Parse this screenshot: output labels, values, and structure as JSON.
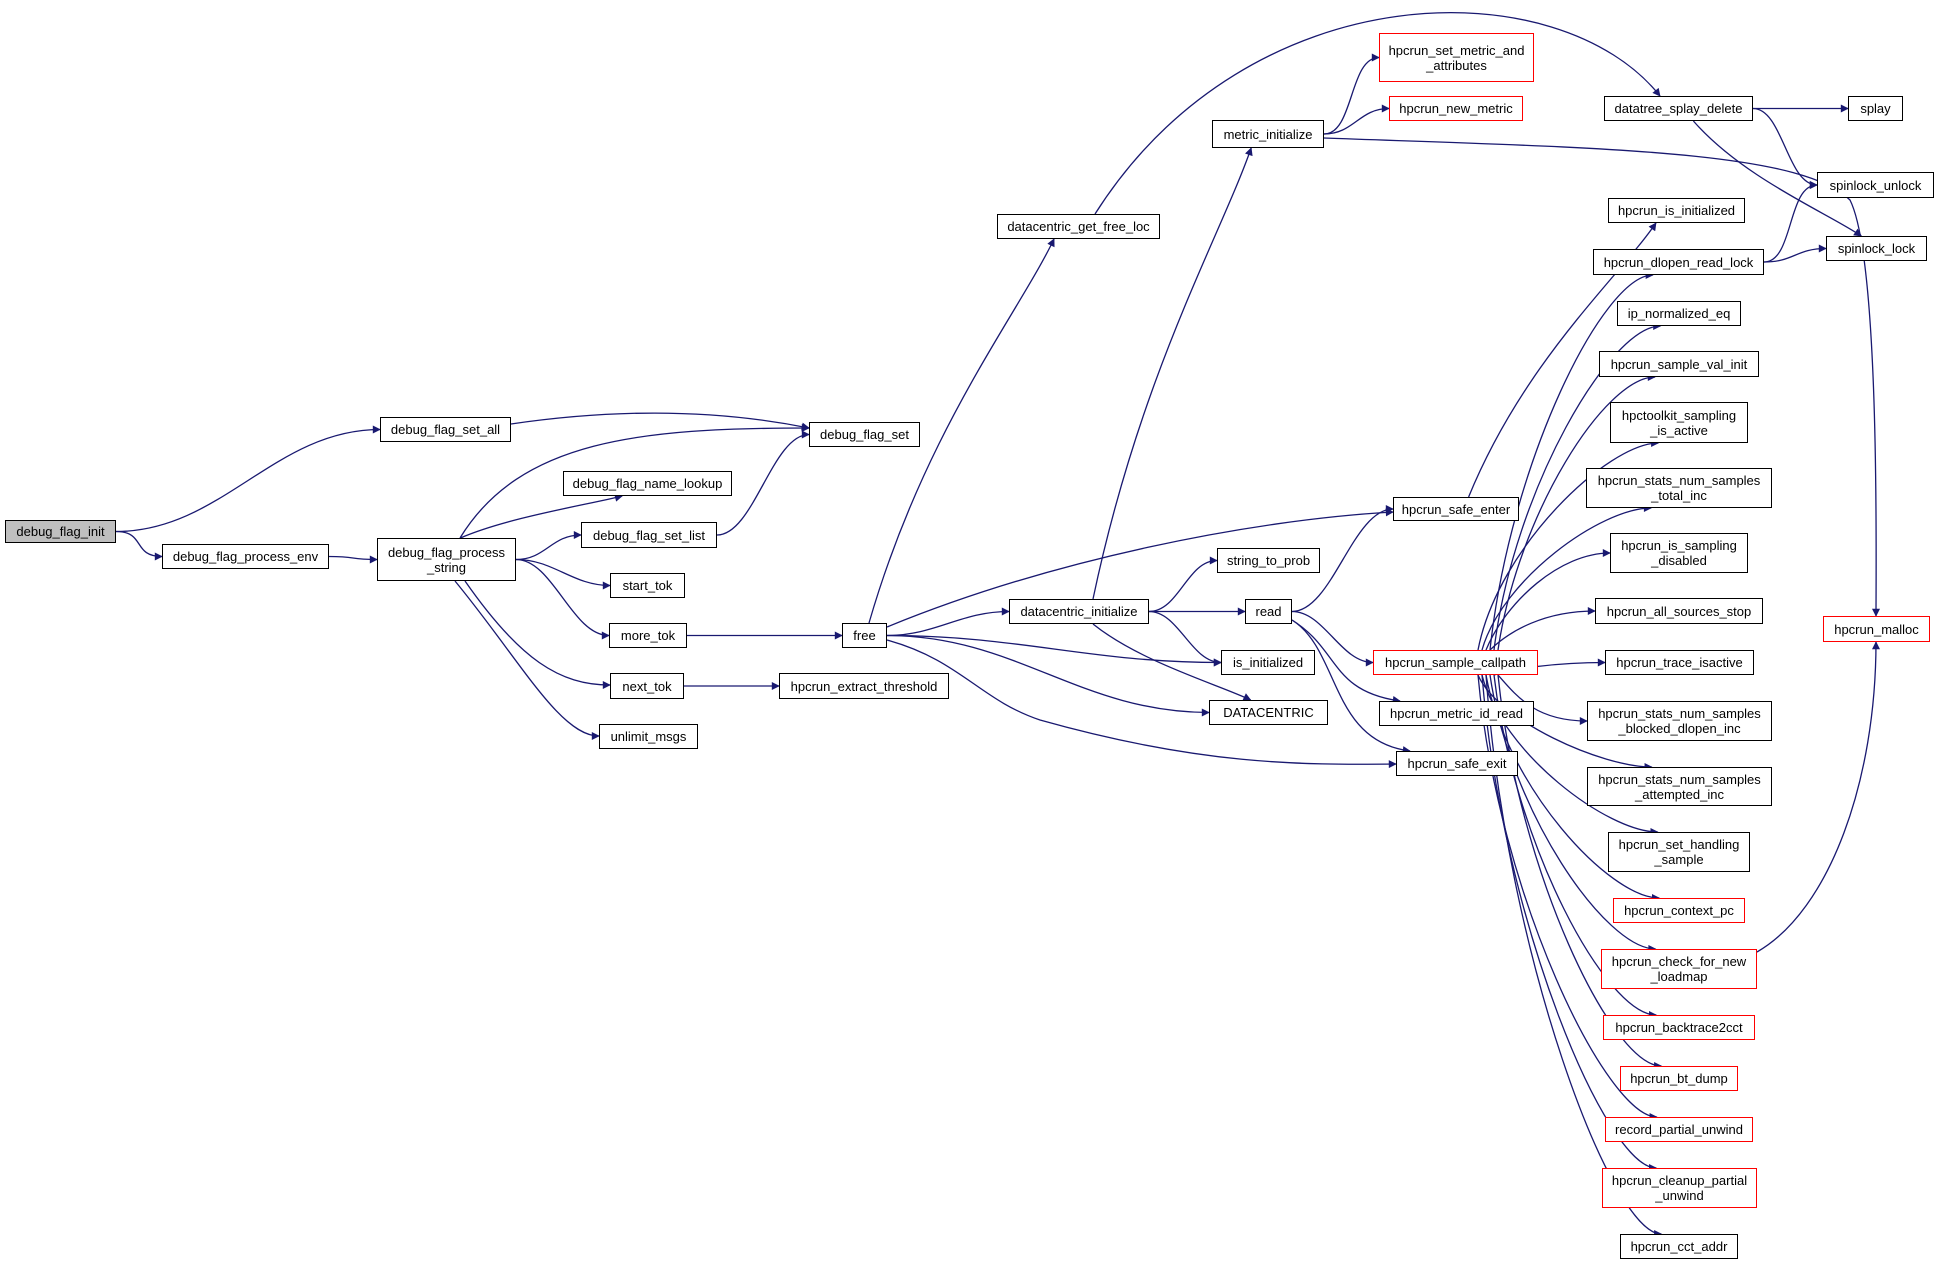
{
  "diagram": {
    "type": "call-graph",
    "edge_color": "#191970",
    "node_border_color": "#000000",
    "truncated_node_border_color": "#ff0000",
    "root_fill_color": "#bfbfbf",
    "nodes": [
      {
        "id": "debug_flag_init",
        "lines": [
          "debug_flag_init"
        ],
        "kind": "root"
      },
      {
        "id": "debug_flag_process_env",
        "lines": [
          "debug_flag_process_env"
        ],
        "kind": "normal"
      },
      {
        "id": "debug_flag_set_all",
        "lines": [
          "debug_flag_set_all"
        ],
        "kind": "normal"
      },
      {
        "id": "debug_flag_process_string",
        "lines": [
          "debug_flag_process",
          "_string"
        ],
        "kind": "normal"
      },
      {
        "id": "debug_flag_set",
        "lines": [
          "debug_flag_set"
        ],
        "kind": "normal"
      },
      {
        "id": "debug_flag_name_lookup",
        "lines": [
          "debug_flag_name_lookup"
        ],
        "kind": "normal"
      },
      {
        "id": "debug_flag_set_list",
        "lines": [
          "debug_flag_set_list"
        ],
        "kind": "normal"
      },
      {
        "id": "start_tok",
        "lines": [
          "start_tok"
        ],
        "kind": "normal"
      },
      {
        "id": "more_tok",
        "lines": [
          "more_tok"
        ],
        "kind": "normal"
      },
      {
        "id": "next_tok",
        "lines": [
          "next_tok"
        ],
        "kind": "normal"
      },
      {
        "id": "unlimit_msgs",
        "lines": [
          "unlimit_msgs"
        ],
        "kind": "normal"
      },
      {
        "id": "free",
        "lines": [
          "free"
        ],
        "kind": "normal"
      },
      {
        "id": "hpcrun_extract_threshold",
        "lines": [
          "hpcrun_extract_threshold"
        ],
        "kind": "normal"
      },
      {
        "id": "datacentric_get_free_loc",
        "lines": [
          "datacentric_get_free_loc"
        ],
        "kind": "normal"
      },
      {
        "id": "datacentric_initialize",
        "lines": [
          "datacentric_initialize"
        ],
        "kind": "normal"
      },
      {
        "id": "metric_initialize",
        "lines": [
          "metric_initialize"
        ],
        "kind": "normal"
      },
      {
        "id": "string_to_prob",
        "lines": [
          "string_to_prob"
        ],
        "kind": "normal"
      },
      {
        "id": "read",
        "lines": [
          "read"
        ],
        "kind": "normal"
      },
      {
        "id": "is_initialized",
        "lines": [
          "is_initialized"
        ],
        "kind": "normal"
      },
      {
        "id": "DATACENTRIC",
        "lines": [
          "DATACENTRIC"
        ],
        "kind": "normal"
      },
      {
        "id": "hpcrun_set_metric_and_attributes",
        "lines": [
          "hpcrun_set_metric_and",
          "_attributes"
        ],
        "kind": "truncated"
      },
      {
        "id": "hpcrun_new_metric",
        "lines": [
          "hpcrun_new_metric"
        ],
        "kind": "truncated"
      },
      {
        "id": "datatree_splay_delete",
        "lines": [
          "datatree_splay_delete"
        ],
        "kind": "normal"
      },
      {
        "id": "splay",
        "lines": [
          "splay"
        ],
        "kind": "normal"
      },
      {
        "id": "spinlock_unlock",
        "lines": [
          "spinlock_unlock"
        ],
        "kind": "normal"
      },
      {
        "id": "spinlock_lock",
        "lines": [
          "spinlock_lock"
        ],
        "kind": "normal"
      },
      {
        "id": "hpcrun_safe_enter",
        "lines": [
          "hpcrun_safe_enter"
        ],
        "kind": "normal"
      },
      {
        "id": "hpcrun_sample_callpath",
        "lines": [
          "hpcrun_sample_callpath"
        ],
        "kind": "truncated"
      },
      {
        "id": "hpcrun_metric_id_read",
        "lines": [
          "hpcrun_metric_id_read"
        ],
        "kind": "normal"
      },
      {
        "id": "hpcrun_safe_exit",
        "lines": [
          "hpcrun_safe_exit"
        ],
        "kind": "normal"
      },
      {
        "id": "hpcrun_is_initialized",
        "lines": [
          "hpcrun_is_initialized"
        ],
        "kind": "normal"
      },
      {
        "id": "hpcrun_dlopen_read_lock",
        "lines": [
          "hpcrun_dlopen_read_lock"
        ],
        "kind": "normal"
      },
      {
        "id": "ip_normalized_eq",
        "lines": [
          "ip_normalized_eq"
        ],
        "kind": "normal"
      },
      {
        "id": "hpcrun_sample_val_init",
        "lines": [
          "hpcrun_sample_val_init"
        ],
        "kind": "normal"
      },
      {
        "id": "hpctoolkit_sampling_is_active",
        "lines": [
          "hpctoolkit_sampling",
          "_is_active"
        ],
        "kind": "normal"
      },
      {
        "id": "hpcrun_stats_num_samples_total_inc",
        "lines": [
          "hpcrun_stats_num_samples",
          "_total_inc"
        ],
        "kind": "normal"
      },
      {
        "id": "hpcrun_is_sampling_disabled",
        "lines": [
          "hpcrun_is_sampling",
          "_disabled"
        ],
        "kind": "normal"
      },
      {
        "id": "hpcrun_all_sources_stop",
        "lines": [
          "hpcrun_all_sources_stop"
        ],
        "kind": "normal"
      },
      {
        "id": "hpcrun_trace_isactive",
        "lines": [
          "hpcrun_trace_isactive"
        ],
        "kind": "normal"
      },
      {
        "id": "hpcrun_stats_num_samples_blocked_dlopen_inc",
        "lines": [
          "hpcrun_stats_num_samples",
          "_blocked_dlopen_inc"
        ],
        "kind": "normal"
      },
      {
        "id": "hpcrun_stats_num_samples_attempted_inc",
        "lines": [
          "hpcrun_stats_num_samples",
          "_attempted_inc"
        ],
        "kind": "normal"
      },
      {
        "id": "hpcrun_set_handling_sample",
        "lines": [
          "hpcrun_set_handling",
          "_sample"
        ],
        "kind": "normal"
      },
      {
        "id": "hpcrun_context_pc",
        "lines": [
          "hpcrun_context_pc"
        ],
        "kind": "truncated"
      },
      {
        "id": "hpcrun_check_for_new_loadmap",
        "lines": [
          "hpcrun_check_for_new",
          "_loadmap"
        ],
        "kind": "truncated"
      },
      {
        "id": "hpcrun_backtrace2cct",
        "lines": [
          "hpcrun_backtrace2cct"
        ],
        "kind": "truncated"
      },
      {
        "id": "hpcrun_bt_dump",
        "lines": [
          "hpcrun_bt_dump"
        ],
        "kind": "truncated"
      },
      {
        "id": "record_partial_unwind",
        "lines": [
          "record_partial_unwind"
        ],
        "kind": "truncated"
      },
      {
        "id": "hpcrun_cleanup_partial_unwind",
        "lines": [
          "hpcrun_cleanup_partial",
          "_unwind"
        ],
        "kind": "truncated"
      },
      {
        "id": "hpcrun_cct_addr",
        "lines": [
          "hpcrun_cct_addr"
        ],
        "kind": "normal"
      },
      {
        "id": "hpcrun_malloc",
        "lines": [
          "hpcrun_malloc"
        ],
        "kind": "truncated"
      }
    ],
    "edges": [
      [
        "debug_flag_init",
        "debug_flag_set_all"
      ],
      [
        "debug_flag_init",
        "debug_flag_process_env"
      ],
      [
        "debug_flag_process_env",
        "debug_flag_process_string"
      ],
      [
        "debug_flag_set_all",
        "debug_flag_set"
      ],
      [
        "debug_flag_process_string",
        "debug_flag_set"
      ],
      [
        "debug_flag_process_string",
        "debug_flag_name_lookup"
      ],
      [
        "debug_flag_process_string",
        "debug_flag_set_list"
      ],
      [
        "debug_flag_process_string",
        "start_tok"
      ],
      [
        "debug_flag_process_string",
        "more_tok"
      ],
      [
        "debug_flag_process_string",
        "next_tok"
      ],
      [
        "debug_flag_process_string",
        "unlimit_msgs"
      ],
      [
        "debug_flag_set_list",
        "debug_flag_set"
      ],
      [
        "more_tok",
        "free"
      ],
      [
        "next_tok",
        "hpcrun_extract_threshold"
      ],
      [
        "free",
        "datacentric_get_free_loc"
      ],
      [
        "free",
        "hpcrun_safe_enter"
      ],
      [
        "free",
        "datacentric_initialize"
      ],
      [
        "free",
        "is_initialized"
      ],
      [
        "free",
        "DATACENTRIC"
      ],
      [
        "free",
        "hpcrun_safe_exit"
      ],
      [
        "datacentric_get_free_loc",
        "datatree_splay_delete"
      ],
      [
        "datacentric_initialize",
        "metric_initialize"
      ],
      [
        "datacentric_initialize",
        "string_to_prob"
      ],
      [
        "datacentric_initialize",
        "read"
      ],
      [
        "datacentric_initialize",
        "is_initialized"
      ],
      [
        "datacentric_initialize",
        "DATACENTRIC"
      ],
      [
        "metric_initialize",
        "hpcrun_set_metric_and_attributes"
      ],
      [
        "metric_initialize",
        "hpcrun_new_metric"
      ],
      [
        "metric_initialize",
        "hpcrun_malloc"
      ],
      [
        "read",
        "hpcrun_safe_enter"
      ],
      [
        "read",
        "hpcrun_sample_callpath"
      ],
      [
        "read",
        "hpcrun_metric_id_read"
      ],
      [
        "read",
        "hpcrun_safe_exit"
      ],
      [
        "datatree_splay_delete",
        "splay"
      ],
      [
        "datatree_splay_delete",
        "spinlock_unlock"
      ],
      [
        "datatree_splay_delete",
        "spinlock_lock"
      ],
      [
        "hpcrun_dlopen_read_lock",
        "spinlock_unlock"
      ],
      [
        "hpcrun_dlopen_read_lock",
        "spinlock_lock"
      ],
      [
        "hpcrun_safe_enter",
        "hpcrun_is_initialized"
      ],
      [
        "hpcrun_sample_callpath",
        "hpcrun_dlopen_read_lock"
      ],
      [
        "hpcrun_sample_callpath",
        "ip_normalized_eq"
      ],
      [
        "hpcrun_sample_callpath",
        "hpcrun_sample_val_init"
      ],
      [
        "hpcrun_sample_callpath",
        "hpctoolkit_sampling_is_active"
      ],
      [
        "hpcrun_sample_callpath",
        "hpcrun_stats_num_samples_total_inc"
      ],
      [
        "hpcrun_sample_callpath",
        "hpcrun_is_sampling_disabled"
      ],
      [
        "hpcrun_sample_callpath",
        "hpcrun_all_sources_stop"
      ],
      [
        "hpcrun_sample_callpath",
        "hpcrun_trace_isactive"
      ],
      [
        "hpcrun_sample_callpath",
        "hpcrun_stats_num_samples_blocked_dlopen_inc"
      ],
      [
        "hpcrun_sample_callpath",
        "hpcrun_stats_num_samples_attempted_inc"
      ],
      [
        "hpcrun_sample_callpath",
        "hpcrun_set_handling_sample"
      ],
      [
        "hpcrun_sample_callpath",
        "hpcrun_context_pc"
      ],
      [
        "hpcrun_sample_callpath",
        "hpcrun_check_for_new_loadmap"
      ],
      [
        "hpcrun_sample_callpath",
        "hpcrun_backtrace2cct"
      ],
      [
        "hpcrun_sample_callpath",
        "hpcrun_bt_dump"
      ],
      [
        "hpcrun_sample_callpath",
        "record_partial_unwind"
      ],
      [
        "hpcrun_sample_callpath",
        "hpcrun_cleanup_partial_unwind"
      ],
      [
        "hpcrun_sample_callpath",
        "hpcrun_cct_addr"
      ],
      [
        "hpcrun_check_for_new_loadmap",
        "hpcrun_malloc"
      ]
    ]
  }
}
